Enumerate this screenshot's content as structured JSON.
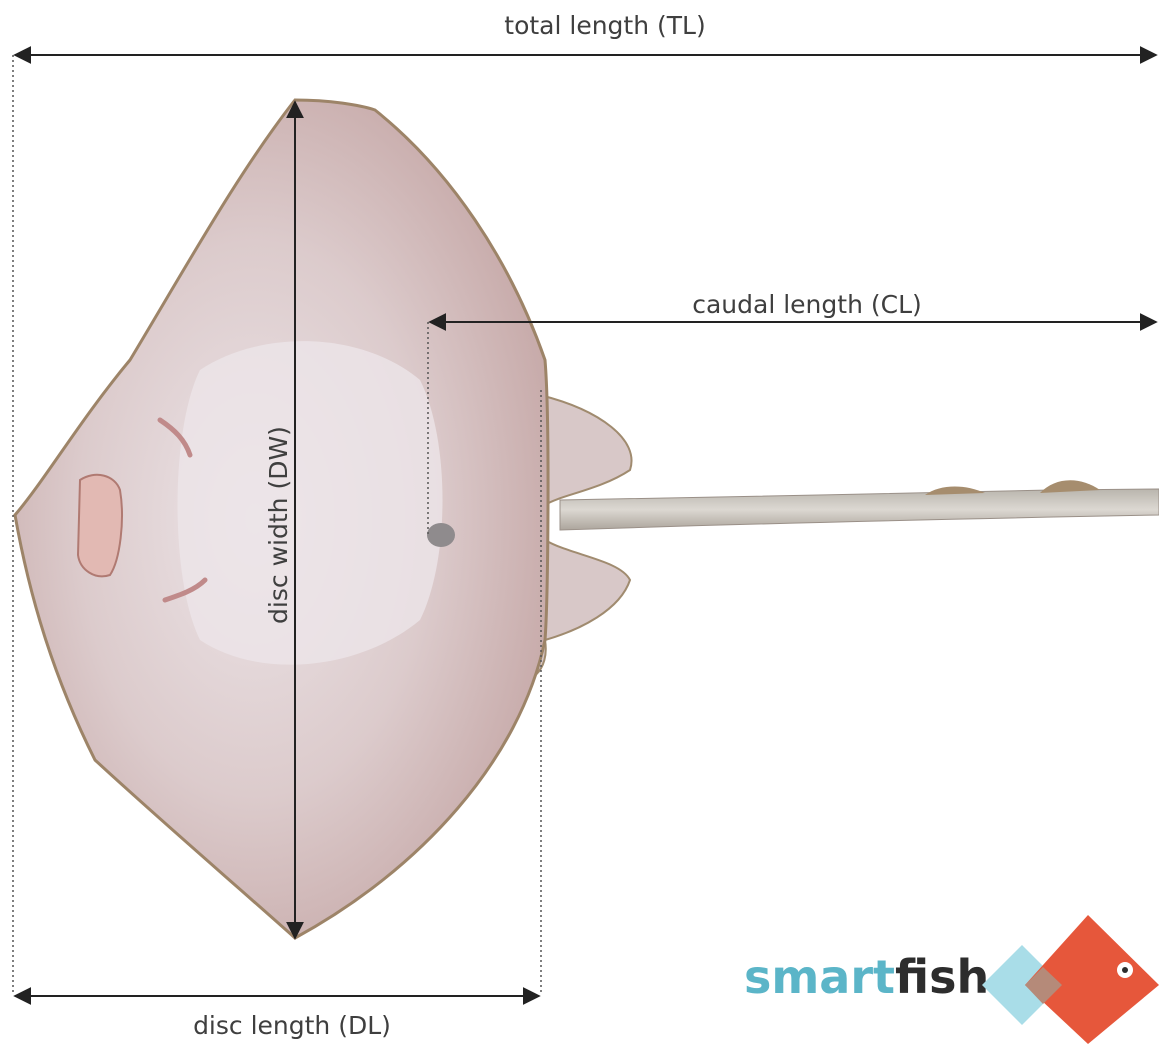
{
  "labels": {
    "total_length": "total length (TL)",
    "caudal_length": "caudal length (CL)",
    "disc_width": "disc width (DW)",
    "disc_length": "disc length (DL)"
  },
  "logo": {
    "text_part1": "smart",
    "text_part2": "fish",
    "color_part1": "#5bb5c8",
    "color_part2": "#2d2d2d",
    "diamond_main": "#e6573b",
    "diamond_light": "#a9dde8"
  },
  "colors": {
    "line": "#222222",
    "text": "#3f3f3f",
    "ray_body": "#d9c2c1",
    "ray_belly": "#e6dde0",
    "ray_edge": "#a08b6f",
    "tail": "#c9c4be"
  },
  "icons": {
    "ray": "ray-specimen-illustration",
    "logo_diamond": "fish-diamond-icon"
  }
}
